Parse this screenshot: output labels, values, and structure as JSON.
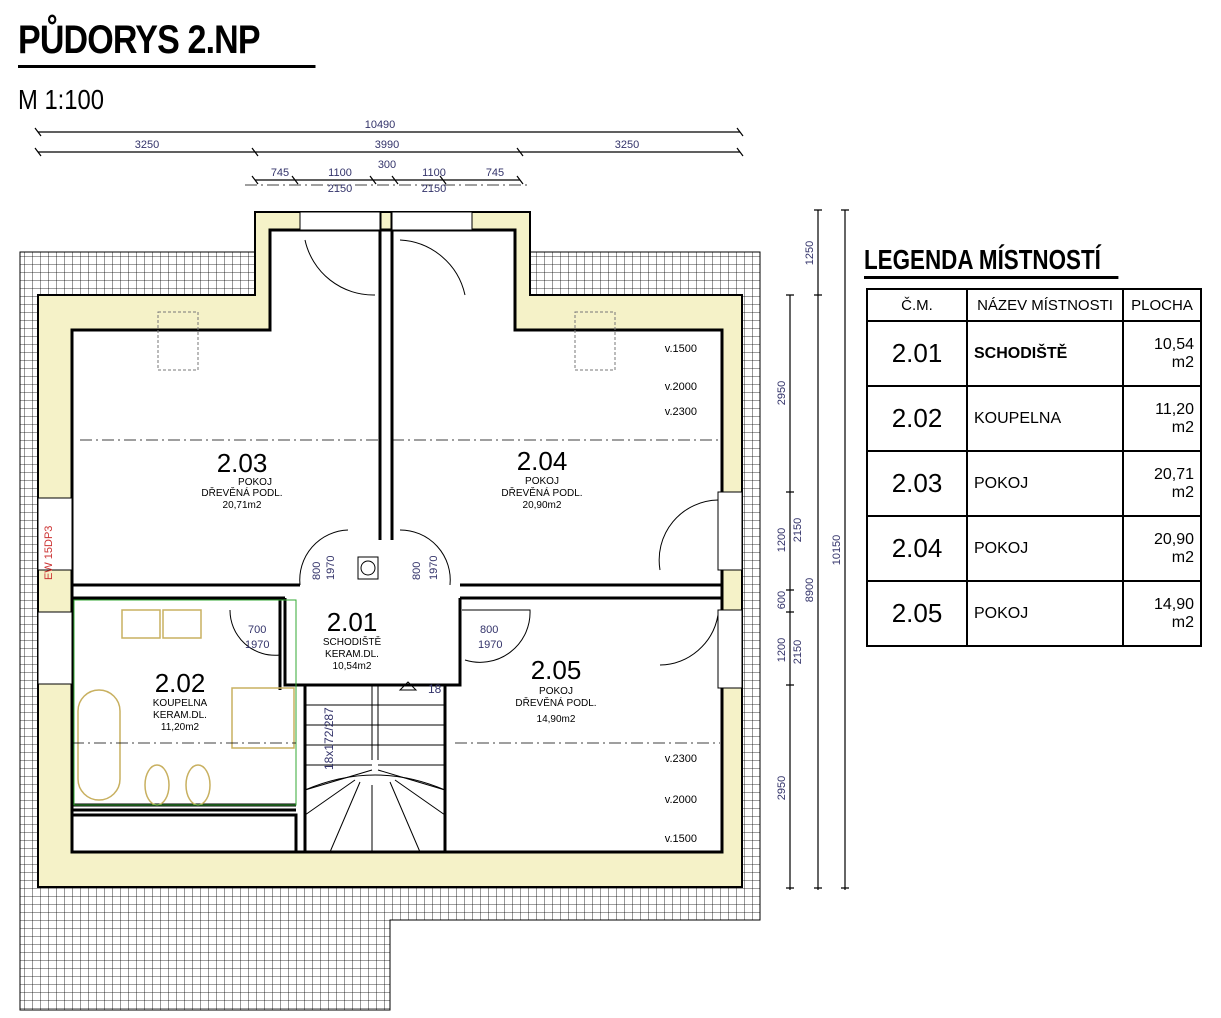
{
  "title": "PŮDORYS 2.NP",
  "scale": "M 1:100",
  "dimensions": {
    "top_total": "10490",
    "top_left": "3250",
    "top_mid": "3990",
    "top_right": "3250",
    "dormer": [
      "745",
      "1100",
      "300",
      "1100",
      "745"
    ],
    "dormer_windows": [
      "2150",
      "2150"
    ],
    "right_chain": [
      "2950",
      "1200",
      "600",
      "1200",
      "2950"
    ],
    "right_windows": [
      "2150",
      "2150"
    ],
    "right_mid": "8900",
    "right_top": "1250",
    "right_total": "10150"
  },
  "rooms": [
    {
      "num": "2.01",
      "name": "SCHODIŠTĚ",
      "floor": "KERAM.DL.",
      "area": "10,54m2"
    },
    {
      "num": "2.02",
      "name": "KOUPELNA",
      "floor": "KERAM.DL.",
      "area": "11,20m2"
    },
    {
      "num": "2.03",
      "name": "POKOJ",
      "floor": "DŘEVĚNÁ PODL.",
      "area": "20,71m2"
    },
    {
      "num": "2.04",
      "name": "POKOJ",
      "floor": "DŘEVĚNÁ PODL.",
      "area": "20,90m2"
    },
    {
      "num": "2.05",
      "name": "POKOJ",
      "floor": "DŘEVĚNÁ PODL.",
      "area": "14,90m2"
    }
  ],
  "doors": {
    "d1": [
      "800",
      "1970"
    ],
    "d2": [
      "800",
      "1970"
    ],
    "d3": [
      "700",
      "1970"
    ],
    "d4": [
      "800",
      "1970"
    ]
  },
  "heights_top": [
    "v.1500",
    "v.2000",
    "v.2300"
  ],
  "heights_bottom": [
    "v.2300",
    "v.2000",
    "v.1500"
  ],
  "stairs": "18x172/287",
  "stairs_count": "18",
  "chimney_label": "EW 15DP3",
  "legend": {
    "title": "LEGENDA MÍSTNOSTÍ",
    "headers": [
      "Č.M.",
      "NÁZEV MÍSTNOSTI",
      "PLOCHA"
    ],
    "rows": [
      {
        "num": "2.01",
        "name": "SCHODIŠTĚ",
        "area": "10,54 m2"
      },
      {
        "num": "2.02",
        "name": "KOUPELNA",
        "area": "11,20 m2"
      },
      {
        "num": "2.03",
        "name": "POKOJ",
        "area": "20,71 m2"
      },
      {
        "num": "2.04",
        "name": "POKOJ",
        "area": "20,90 m2"
      },
      {
        "num": "2.05",
        "name": "POKOJ",
        "area": "14,90 m2"
      }
    ]
  },
  "colors": {
    "wall": "#f5f2c8",
    "dim_text": "#33336a",
    "fixture": "#c8b060"
  }
}
